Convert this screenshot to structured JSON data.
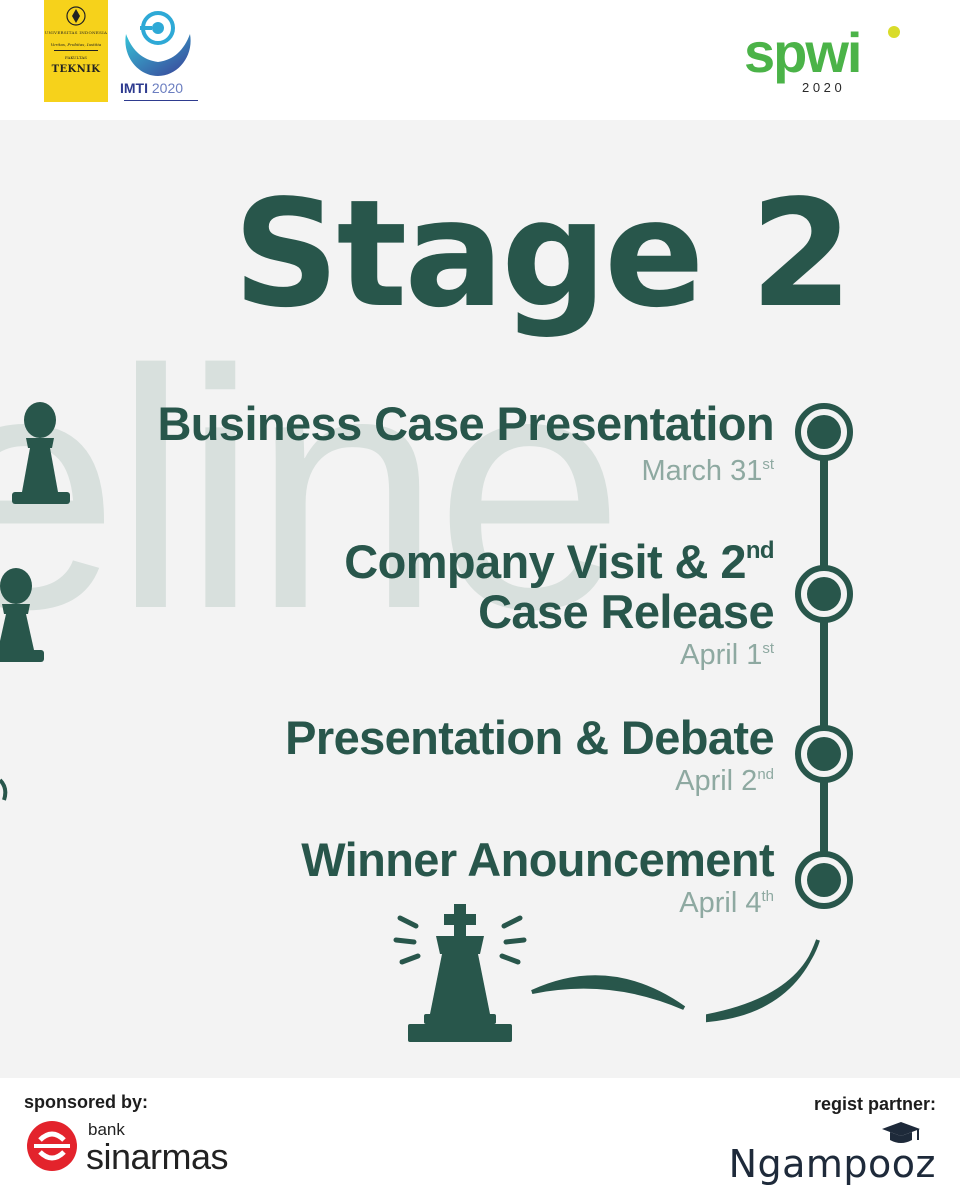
{
  "header": {
    "university_badge": {
      "university_text": "UNIVERSITAS INDONESIA",
      "motto": "Veritas, Probitas, Iustitia",
      "faculty_label": "FAKULTAS",
      "faculty_name": "TEKNIK"
    },
    "imti_logo": {
      "name": "IMTI",
      "year": "2020"
    },
    "event_logo": {
      "wordmark": "spwi",
      "year": "2 0 2 0",
      "colors": [
        "#4bb348",
        "#d9dc2a"
      ]
    }
  },
  "main": {
    "watermark": "eline",
    "stage_title": "Stage 2",
    "events": [
      {
        "title": "Business Case Presentation",
        "date": "March 31",
        "date_suffix": "st"
      },
      {
        "title_line1": "Company Visit & 2",
        "title_line1_suffix": "nd",
        "title_line2": "Case Release",
        "date": "April 1",
        "date_suffix": "st"
      },
      {
        "title": "Presentation & Debate",
        "date": "April 2",
        "date_suffix": "nd"
      },
      {
        "title": "Winner Anouncement",
        "date": "April 4",
        "date_suffix": "th"
      }
    ],
    "colors": {
      "primary": "#28564b",
      "date": "#8ea9a1",
      "watermark": "#d8e0dd",
      "background": "#f3f3f3"
    }
  },
  "footer": {
    "sponsor_label": "sponsored by:",
    "sponsor_bank_small": "bank",
    "sponsor_bank_name": "sinarmas",
    "partner_label": "regist partner:",
    "partner_name": "Ngampooz",
    "sponsor_color": "#e3232c"
  }
}
